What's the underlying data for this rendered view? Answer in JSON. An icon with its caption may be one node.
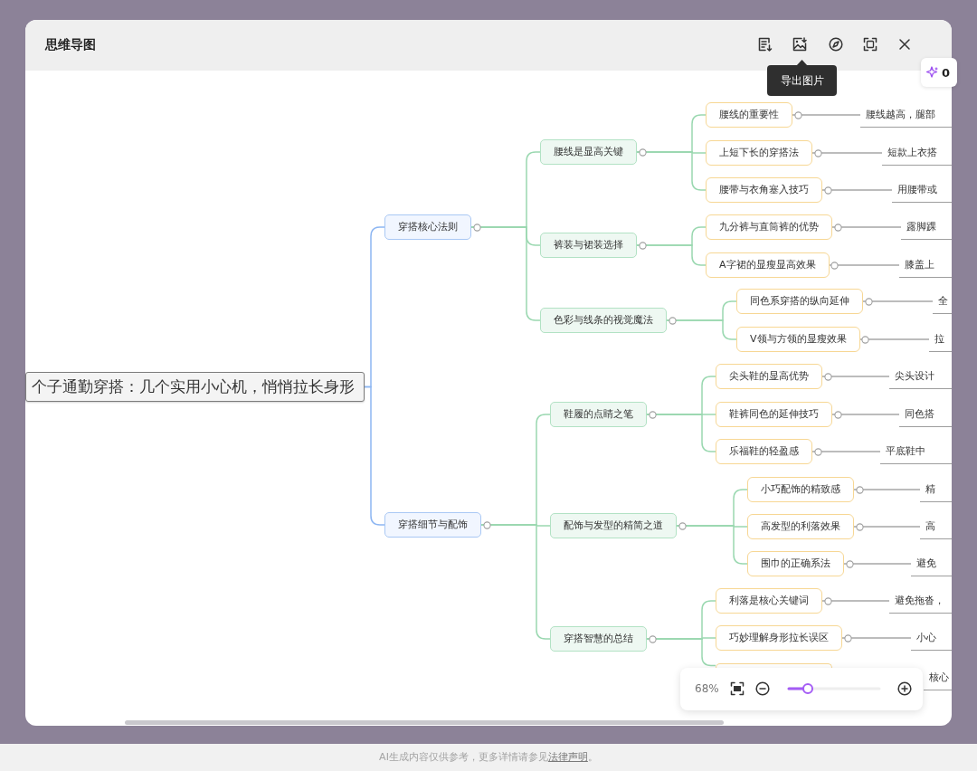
{
  "diagram": {
    "title": "思维导图",
    "nodes": [
      {
        "text": [
          "个子通勤穿搭：几个实用小心机，悄悄拉长身形"
        ]
      },
      {
        "text": [
          "穿搭核心法则"
        ]
      },
      {
        "text": [
          "腰线是显高关键"
        ]
      },
      {
        "text": [
          "腰线的重要性"
        ]
      },
      {
        "text": [
          "腰线越高，腿部"
        ]
      },
      {
        "text": [
          "上短下长的穿搭法"
        ]
      },
      {
        "text": [
          "短款上衣搭"
        ]
      },
      {
        "text": [
          "腰带与衣角塞入技巧"
        ]
      },
      {
        "text": [
          "用腰带或"
        ]
      },
      {
        "text": [
          "裤装与裙装选择"
        ]
      },
      {
        "text": [
          "九分裤与直筒裤的优势"
        ]
      },
      {
        "text": [
          "露脚踝"
        ]
      },
      {
        "text": [
          "A字裙的显瘦显高效果"
        ]
      },
      {
        "text": [
          "膝盖上"
        ]
      },
      {
        "text": [
          "色彩与线条的视觉魔法"
        ]
      },
      {
        "text": [
          "同色系穿搭的纵向延伸"
        ]
      },
      {
        "text": [
          "全"
        ]
      },
      {
        "text": [
          "V领与方领的显瘦效果"
        ]
      },
      {
        "text": [
          "拉"
        ]
      },
      {
        "text": [
          "穿搭细节与配饰"
        ]
      },
      {
        "text": [
          "鞋履的点睛之笔"
        ]
      },
      {
        "text": [
          "尖头鞋的显高优势"
        ]
      },
      {
        "text": [
          "尖头设计"
        ]
      },
      {
        "text": [
          "鞋裤同色的延伸技巧"
        ]
      },
      {
        "text": [
          "同色搭"
        ]
      },
      {
        "text": [
          "乐福鞋的轻盈感"
        ]
      },
      {
        "text": [
          "平底鞋中"
        ]
      },
      {
        "text": [
          "配饰与发型的精简之道"
        ]
      },
      {
        "text": [
          "小巧配饰的精致感"
        ]
      },
      {
        "text": [
          "精"
        ]
      },
      {
        "text": [
          "高发型的利落效果"
        ]
      },
      {
        "text": [
          "高"
        ]
      },
      {
        "text": [
          "围巾的正确系法"
        ]
      },
      {
        "text": [
          "避免"
        ]
      },
      {
        "text": [
          "穿搭智慧的总结"
        ]
      },
      {
        "text": [
          "利落是核心关键词"
        ]
      },
      {
        "text": [
          "避免拖沓，"
        ]
      },
      {
        "text": [
          "巧妙理解身形拉长误区"
        ]
      },
      {
        "text": [
          "小心"
        ]
      },
      {
        "text": [],
        "shape": "box"
      },
      {
        "text": [
          "核心"
        ]
      }
    ],
    "edges": [
      {
        "from": 0,
        "to": 1,
        "arrow": "none",
        "color": "#8db6f2"
      },
      {
        "from": 0,
        "to": 19,
        "arrow": "none",
        "color": "#8db6f2"
      },
      {
        "from": 1,
        "to": 2,
        "arrow": "none"
      },
      {
        "from": 2,
        "to": 3,
        "arrow": "none"
      },
      {
        "from": 3,
        "to": 4,
        "arrow": "none",
        "color": "#a6a6a6"
      },
      {
        "from": 2,
        "to": 5,
        "arrow": "none"
      },
      {
        "from": 5,
        "to": 6,
        "arrow": "none",
        "color": "#a6a6a6"
      },
      {
        "from": 2,
        "to": 7,
        "arrow": "none"
      },
      {
        "from": 7,
        "to": 8,
        "arrow": "none",
        "color": "#a6a6a6"
      },
      {
        "from": 1,
        "to": 9,
        "arrow": "none"
      },
      {
        "from": 9,
        "to": 10,
        "arrow": "none"
      },
      {
        "from": 10,
        "to": 11,
        "arrow": "none",
        "color": "#a6a6a6"
      },
      {
        "from": 9,
        "to": 12,
        "arrow": "none"
      },
      {
        "from": 12,
        "to": 13,
        "arrow": "none",
        "color": "#a6a6a6"
      },
      {
        "from": 1,
        "to": 14,
        "arrow": "none"
      },
      {
        "from": 14,
        "to": 15,
        "arrow": "none"
      },
      {
        "from": 15,
        "to": 16,
        "arrow": "none",
        "color": "#a6a6a6"
      },
      {
        "from": 14,
        "to": 17,
        "arrow": "none"
      },
      {
        "from": 17,
        "to": 18,
        "arrow": "none",
        "color": "#a6a6a6"
      },
      {
        "from": 19,
        "to": 20,
        "arrow": "none"
      },
      {
        "from": 20,
        "to": 21,
        "arrow": "none"
      },
      {
        "from": 21,
        "to": 22,
        "arrow": "none",
        "color": "#a6a6a6"
      },
      {
        "from": 20,
        "to": 23,
        "arrow": "none"
      },
      {
        "from": 23,
        "to": 24,
        "arrow": "none",
        "color": "#a6a6a6"
      },
      {
        "from": 20,
        "to": 25,
        "arrow": "none"
      },
      {
        "from": 25,
        "to": 26,
        "arrow": "none",
        "color": "#a6a6a6"
      },
      {
        "from": 19,
        "to": 27,
        "arrow": "none"
      },
      {
        "from": 27,
        "to": 28,
        "arrow": "none"
      },
      {
        "from": 28,
        "to": 29,
        "arrow": "none",
        "color": "#a6a6a6"
      },
      {
        "from": 27,
        "to": 30,
        "arrow": "none"
      },
      {
        "from": 30,
        "to": 31,
        "arrow": "none",
        "color": "#a6a6a6"
      },
      {
        "from": 27,
        "to": 32,
        "arrow": "none"
      },
      {
        "from": 32,
        "to": 33,
        "arrow": "none",
        "color": "#a6a6a6"
      },
      {
        "from": 19,
        "to": 34,
        "arrow": "none"
      },
      {
        "from": 34,
        "to": 35,
        "arrow": "none"
      },
      {
        "from": 35,
        "to": 36,
        "arrow": "none",
        "color": "#a6a6a6"
      },
      {
        "from": 34,
        "to": 37,
        "arrow": "none"
      },
      {
        "from": 37,
        "to": 38,
        "arrow": "none",
        "color": "#a6a6a6"
      },
      {
        "from": 34,
        "to": 39,
        "arrow": "none"
      }
    ],
    "labels": [
      "导出图片",
      "0",
      "68%",
      "AI生成内容仅供参考，更多详情请参见**法律声明**。"
    ]
  }
}
